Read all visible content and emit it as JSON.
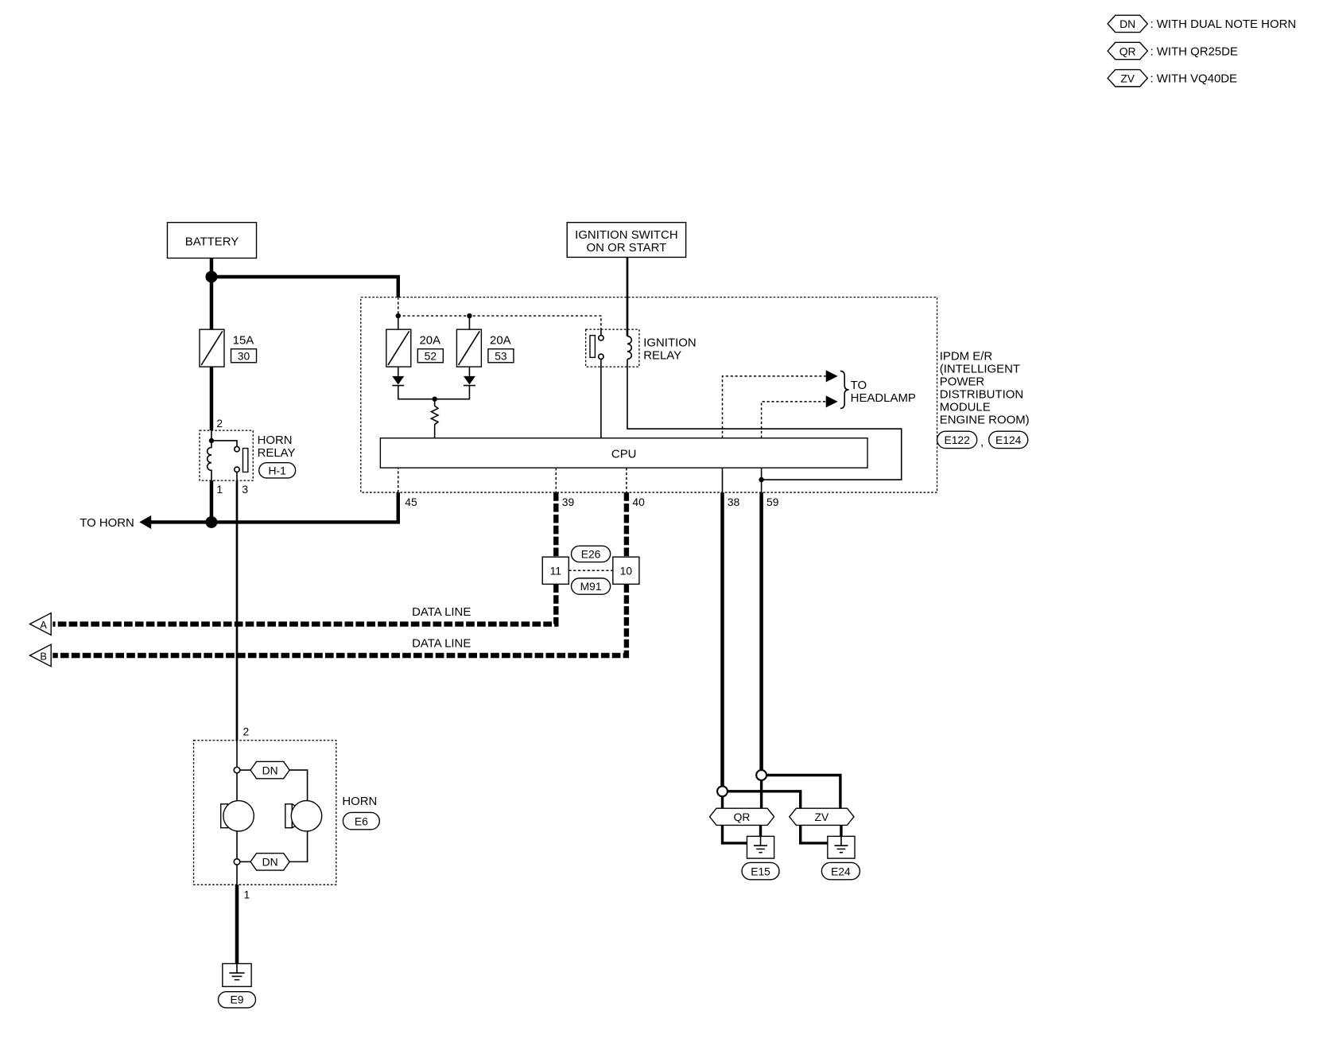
{
  "colors": {
    "ink": "#000000",
    "paper": "#ffffff"
  },
  "legend": [
    {
      "code": "DN",
      "text": ": WITH DUAL NOTE HORN"
    },
    {
      "code": "QR",
      "text": ": WITH QR25DE"
    },
    {
      "code": "ZV",
      "text": ": WITH VQ40DE"
    }
  ],
  "battery": {
    "label": "BATTERY"
  },
  "ignition_switch": {
    "lines": [
      "IGNITION SWITCH",
      "ON OR START"
    ]
  },
  "fuse_main": {
    "rating": "15A",
    "number": "30"
  },
  "horn_relay": {
    "lines": [
      "HORN",
      "RELAY"
    ],
    "connector": "H-1",
    "pins": {
      "top": "2",
      "left": "1",
      "right": "3"
    }
  },
  "to_horn": {
    "label": "TO HORN"
  },
  "ipdm": {
    "title_lines": [
      "IPDM E/R",
      "(INTELLIGENT",
      "POWER",
      "DISTRIBUTION",
      "MODULE",
      "ENGINE ROOM)"
    ],
    "connectors": [
      "E122",
      "E124"
    ],
    "connector_separator": ",",
    "fuses": [
      {
        "rating": "20A",
        "number": "52"
      },
      {
        "rating": "20A",
        "number": "53"
      }
    ],
    "ignition_relay": {
      "lines": [
        "IGNITION",
        "RELAY"
      ]
    },
    "cpu": {
      "label": "CPU"
    },
    "headlamp_output": {
      "lines": [
        "TO",
        "HEADLAMP"
      ]
    },
    "terminals": [
      "45",
      "39",
      "40",
      "38",
      "59"
    ]
  },
  "data_link": {
    "connectors": [
      "E26",
      "M91"
    ],
    "pins": [
      "11",
      "10"
    ],
    "lines": [
      {
        "label": "DATA LINE",
        "terminal": "A"
      },
      {
        "label": "DATA LINE",
        "terminal": "B"
      }
    ]
  },
  "horn": {
    "label": "HORN",
    "connector": "E6",
    "pins": {
      "top": "2",
      "bottom": "1"
    },
    "option_tags": [
      "DN",
      "DN"
    ]
  },
  "grounds": {
    "horn_ground": "E9",
    "ipdm_ground_options": [
      {
        "code": "QR",
        "ground": "E15"
      },
      {
        "code": "ZV",
        "ground": "E24"
      }
    ]
  }
}
